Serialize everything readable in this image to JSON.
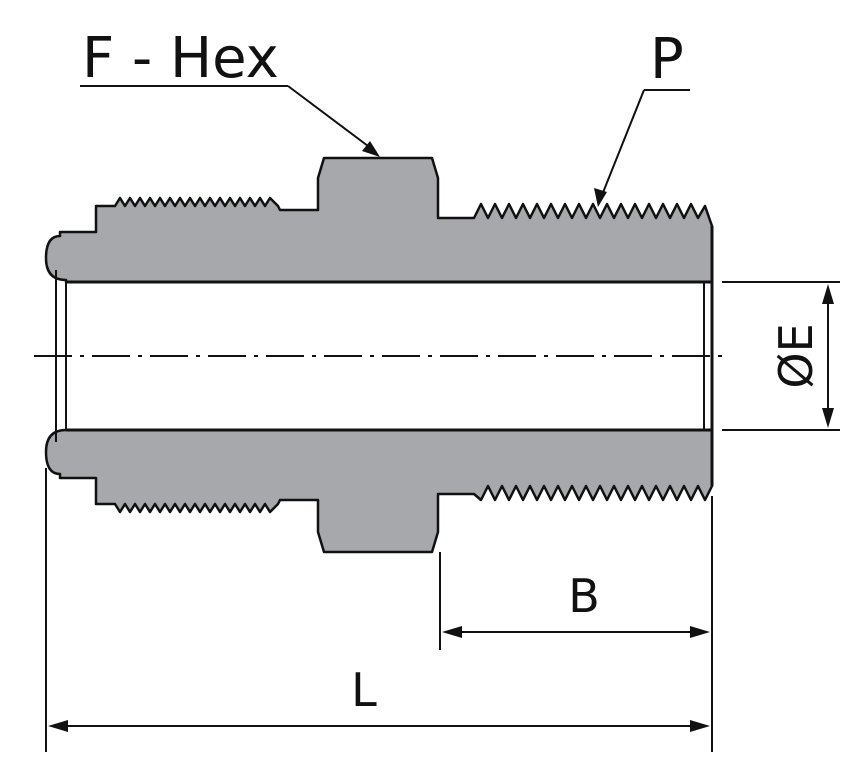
{
  "diagram": {
    "labels": {
      "hex": "F - Hex",
      "pipe_thread": "P",
      "bore_diameter": "ØE",
      "thread_length": "B",
      "overall_length": "L"
    },
    "colors": {
      "body_fill": "#a7a8ab",
      "outline": "#111111",
      "background": "#ffffff"
    }
  }
}
